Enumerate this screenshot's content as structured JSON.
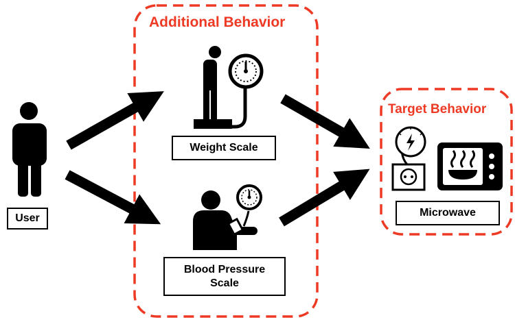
{
  "groups": {
    "additional": {
      "title": "Additional Behavior"
    },
    "target": {
      "title": "Target Behavior"
    }
  },
  "nodes": {
    "user": {
      "label": "User",
      "icon": "person-icon"
    },
    "weight_scale": {
      "label": "Weight Scale",
      "icon": "weight-scale-icon"
    },
    "blood_pressure": {
      "label_line1": "Blood Pressure",
      "label_line2": "Scale",
      "icon": "blood-pressure-monitor-icon"
    },
    "microwave": {
      "label": "Microwave",
      "icon": "microwave-icon"
    }
  },
  "colors": {
    "accent": "#ee3a24",
    "ink": "#000000",
    "background": "#ffffff"
  }
}
